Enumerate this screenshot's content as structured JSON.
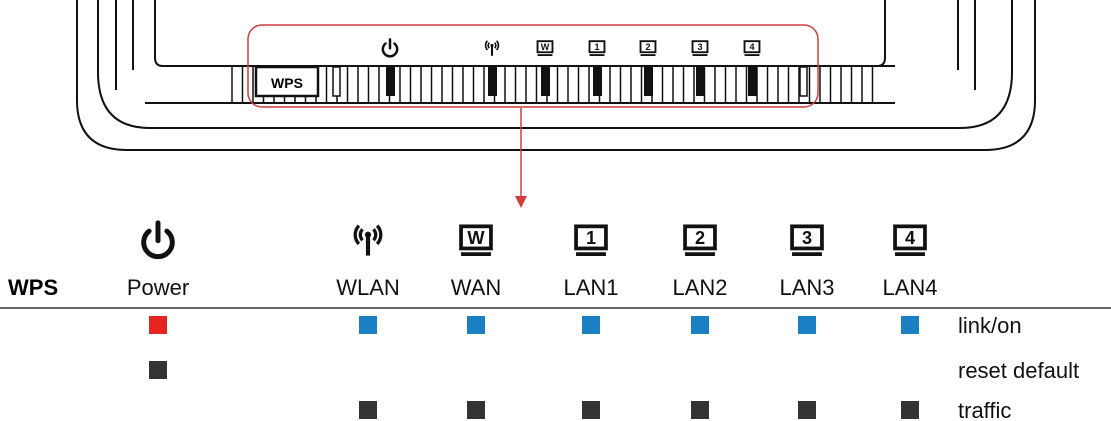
{
  "device": {
    "wps_button_label": "WPS",
    "panel_icons": [
      "power-icon",
      "wifi-icon",
      "wan-icon",
      "lan1-icon",
      "lan2-icon",
      "lan3-icon",
      "lan4-icon"
    ]
  },
  "legend": {
    "wps_label": "WPS",
    "columns": [
      {
        "label": "Power",
        "icon": "power-icon",
        "icon_text": ""
      },
      {
        "label": "WLAN",
        "icon": "wifi-icon",
        "icon_text": ""
      },
      {
        "label": "WAN",
        "icon": "wan-icon",
        "icon_text": "W"
      },
      {
        "label": "LAN1",
        "icon": "lan1-icon",
        "icon_text": "1"
      },
      {
        "label": "LAN2",
        "icon": "lan2-icon",
        "icon_text": "2"
      },
      {
        "label": "LAN3",
        "icon": "lan3-icon",
        "icon_text": "3"
      },
      {
        "label": "LAN4",
        "icon": "lan4-icon",
        "icon_text": "4"
      }
    ],
    "rows": [
      {
        "label": "link/on",
        "colors": [
          "#e52521",
          "#1b7fc4",
          "#1b7fc4",
          "#1b7fc4",
          "#1b7fc4",
          "#1b7fc4",
          "#1b7fc4"
        ]
      },
      {
        "label": "reset default",
        "colors": [
          "#333333",
          null,
          null,
          null,
          null,
          null,
          null
        ]
      },
      {
        "label": "traffic",
        "colors": [
          null,
          "#333333",
          "#333333",
          "#333333",
          "#333333",
          "#333333",
          "#333333"
        ]
      }
    ]
  },
  "colors": {
    "highlight": "#d23c3c",
    "power_led": "#e52521",
    "link_led": "#1b7fc4",
    "dark_led": "#333333"
  }
}
